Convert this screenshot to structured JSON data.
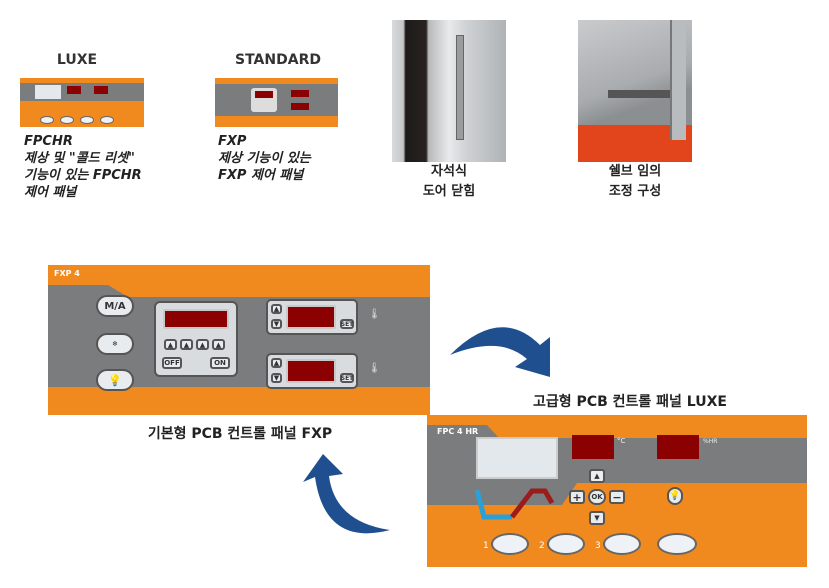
{
  "luxe": {
    "heading": "LUXE",
    "caption": [
      "FPCHR",
      "제상 및 \"콜드 리셋\"",
      "기능이 있는 FPCHR",
      "제어 패널"
    ]
  },
  "standard": {
    "heading": "STANDARD",
    "caption": [
      "FXP",
      "제상 기능이 있는",
      "FXP 제어 패널"
    ]
  },
  "door": {
    "caption": [
      "자석식",
      "도어 닫힘"
    ]
  },
  "shelf": {
    "caption": [
      "쉘브 임의",
      "조정 구성"
    ]
  },
  "fxp_panel": {
    "tab": "FXP 4",
    "buttons": {
      "ma": "M/A",
      "off": "OFF",
      "on": "ON",
      "set1": "SET",
      "set2": "SET"
    },
    "caption": "기본형 PCB 컨트롤 패널 FXP"
  },
  "luxe_panel": {
    "tab": "FPC 4 HR",
    "caption": "고급형 PCB 컨트롤 패널 LUXE",
    "unit_temp": "°C",
    "unit_hum": "%HR",
    "ok": "OK",
    "plus": "+",
    "minus": "−",
    "programs": [
      "1",
      "2",
      "3"
    ]
  },
  "colors": {
    "orange": "#f08a1e",
    "grey": "#7b7c7e",
    "display": "#8b0000",
    "arrow": "#1f4f8f"
  }
}
